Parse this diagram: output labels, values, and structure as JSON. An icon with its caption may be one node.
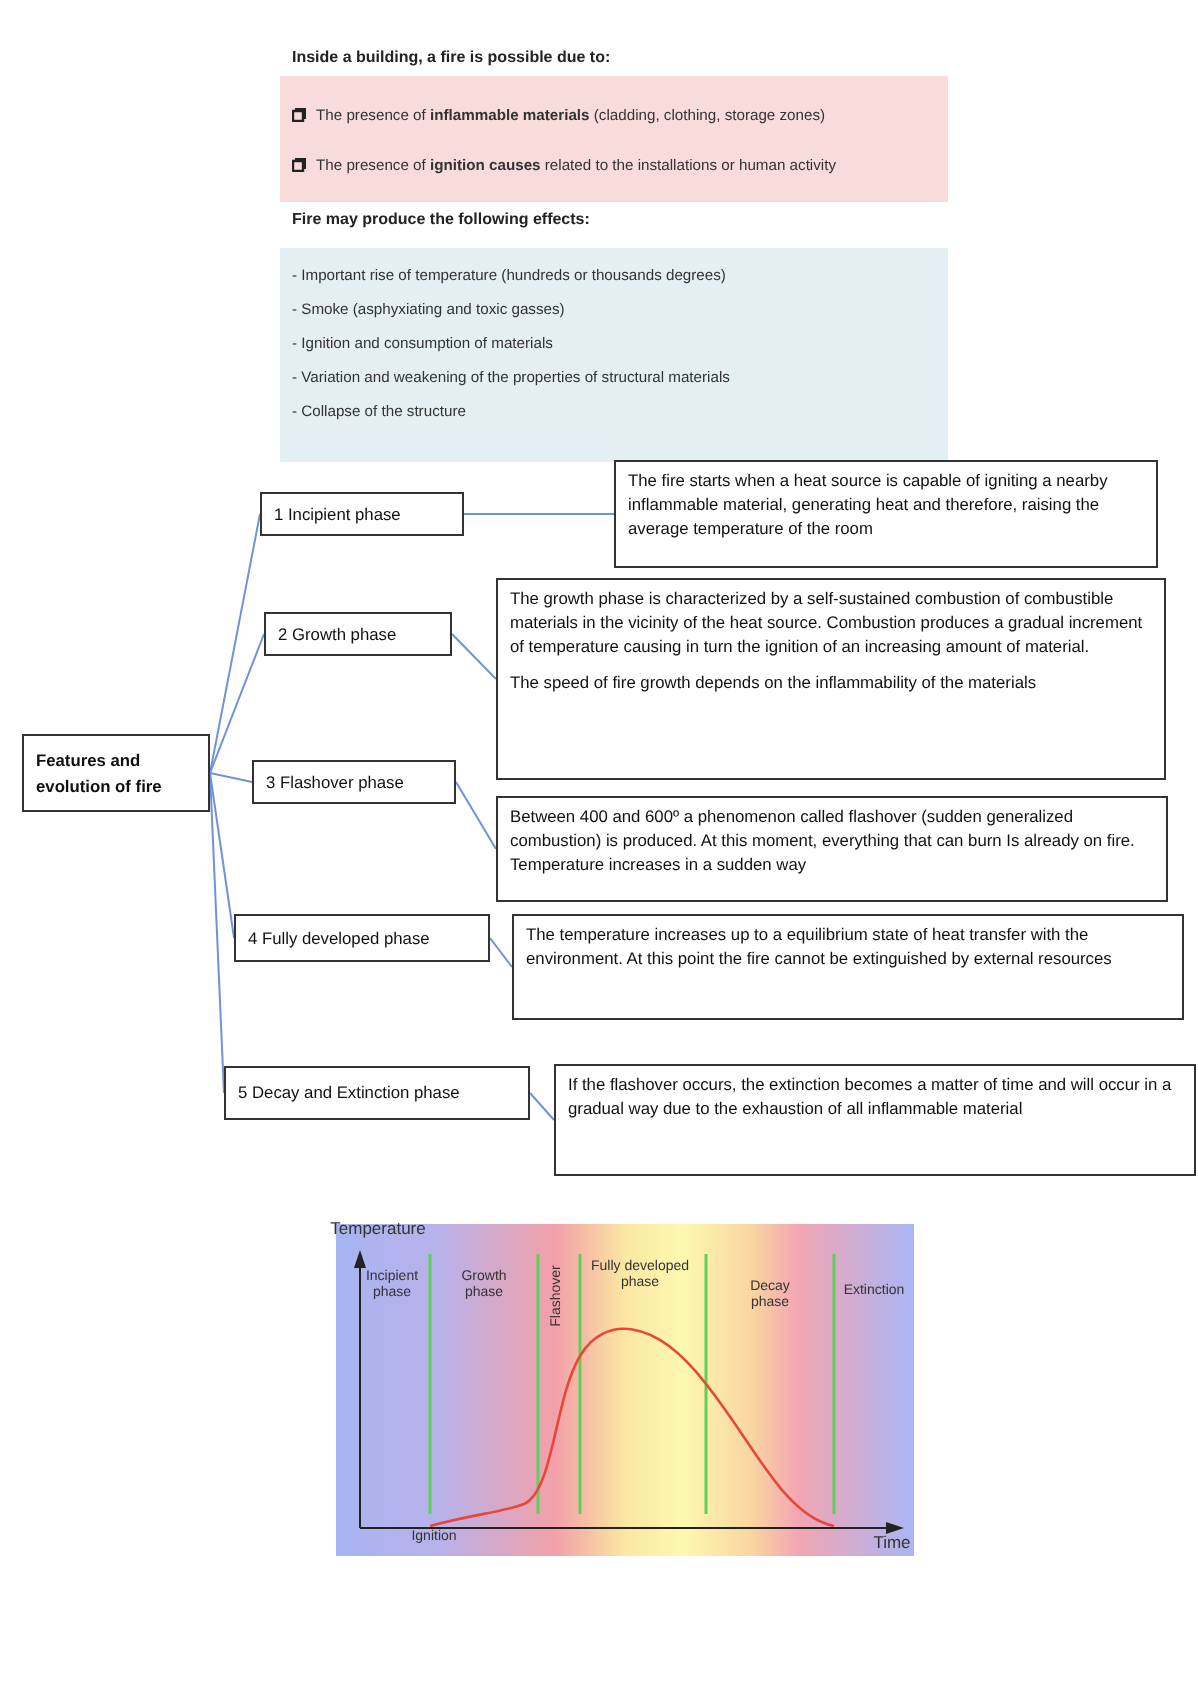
{
  "diagram": {
    "nodes": [
      {
        "text": [
          "Inside a building, a fire is possible due to:",
          "The presence of **inflammable materials** (cladding, clothing, storage zones)",
          "The presence of **ignition causes** related to the installations or human activity"
        ]
      },
      {
        "text": [
          "Fire may produce the following effects:",
          "- Important rise of temperature (hundreds or thousands degrees)",
          "- Smoke (asphyxiating and toxic gasses)",
          "- Ignition and consumption of materials",
          "- Variation and weakening of the properties of structural materials",
          "- Collapse of the structure"
        ]
      },
      {
        "text": [
          "Features and evolution of fire"
        ]
      },
      {
        "text": [
          "1 Incipient phase"
        ]
      },
      {
        "text": [
          "The fire starts when a heat source is capable of igniting a nearby inflammable material, generating heat and therefore, raising the average temperature of the room"
        ]
      },
      {
        "text": [
          "2 Growth phase"
        ]
      },
      {
        "text": [
          "The growth phase is characterized by a self-sustained combustion of combustible materials in the vicinity of the heat source. Combustion produces a gradual increment of temperature causing in turn the ignition of an increasing amount of material.",
          "The speed of fire growth depends on the inflammability of the materials"
        ]
      },
      {
        "text": [
          "3 Flashover phase"
        ]
      },
      {
        "text": [
          "Between 400 and 600º a phenomenon called flashover (sudden generalized combustion) is produced. At this moment, everything that can burn Is already on fire. Temperature increases in a sudden way"
        ]
      },
      {
        "text": [
          "4 Fully developed phase"
        ]
      },
      {
        "text": [
          "The temperature increases up to a equilibrium state of heat transfer with the environment. At this point the fire cannot be extinguished by external resources"
        ]
      },
      {
        "text": [
          "5 Decay and Extinction phase"
        ]
      },
      {
        "text": [
          "If the flashover occurs, the extinction becomes a matter of time and will occur in a gradual way due to the exhaustion of all inflammable material"
        ]
      }
    ],
    "edges": [
      {
        "from": 2,
        "to": 3,
        "arrow": "none"
      },
      {
        "from": 2,
        "to": 5,
        "arrow": "none"
      },
      {
        "from": 2,
        "to": 7,
        "arrow": "none"
      },
      {
        "from": 2,
        "to": 9,
        "arrow": "none"
      },
      {
        "from": 2,
        "to": 11,
        "arrow": "none"
      },
      {
        "from": 3,
        "to": 4,
        "arrow": "none"
      },
      {
        "from": 5,
        "to": 6,
        "arrow": "none"
      },
      {
        "from": 7,
        "to": 8,
        "arrow": "none"
      },
      {
        "from": 9,
        "to": 10,
        "arrow": "none"
      },
      {
        "from": 11,
        "to": 12,
        "arrow": "none"
      }
    ],
    "labels": [
      "Temperature",
      "Incipient phase",
      "Growth phase",
      "Flashover",
      "Fully developed phase",
      "Decay phase",
      "Extinction",
      "Ignition",
      "Time"
    ]
  }
}
